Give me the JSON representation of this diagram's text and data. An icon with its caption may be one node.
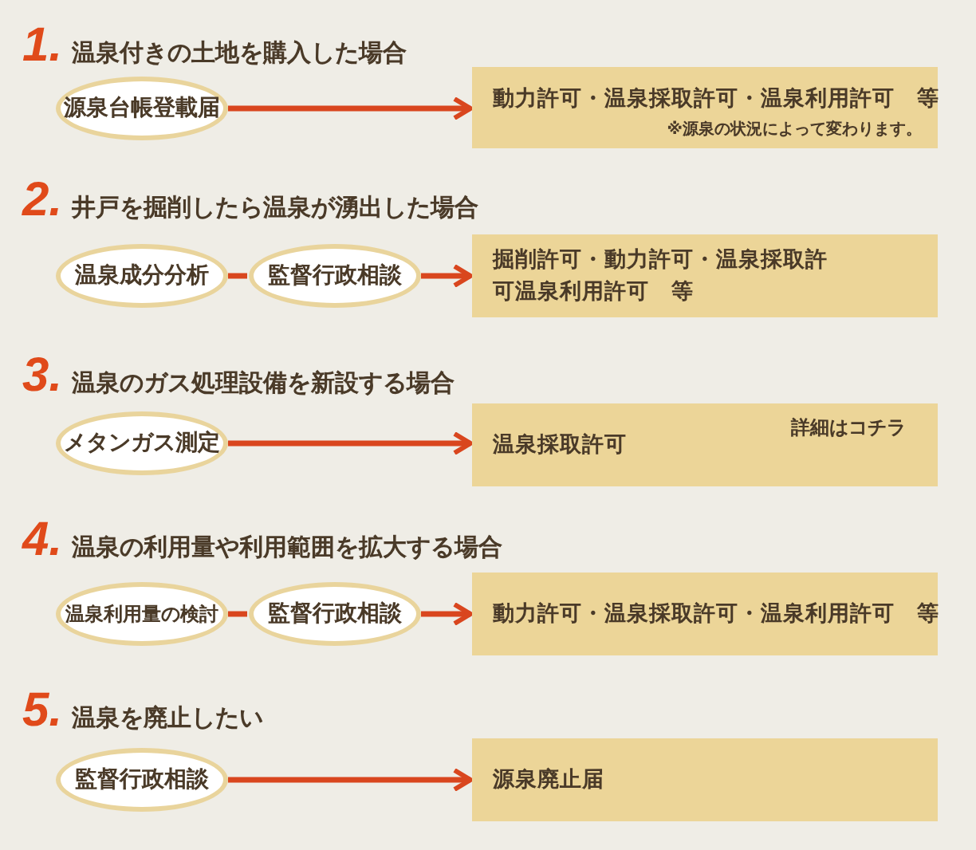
{
  "diagram": {
    "nodes": [
      {
        "text": [
          "源泉台帳登載届"
        ]
      },
      {
        "text": [
          "動力許可・温泉採取許可・温泉利用許可　等",
          "※源泉の状況によって変わります。"
        ]
      },
      {
        "text": [
          "温泉成分分析"
        ]
      },
      {
        "text": [
          "監督行政相談"
        ]
      },
      {
        "text": [
          "掘削許可・動力許可・温泉採取許可温泉利用許可　等"
        ]
      },
      {
        "text": [
          "メタンガス測定"
        ]
      },
      {
        "text": [
          "温泉採取許可",
          "詳細はコチラ"
        ]
      },
      {
        "text": [
          "温泉利用量の検討"
        ]
      },
      {
        "text": [
          "監督行政相談"
        ]
      },
      {
        "text": [
          "動力許可・温泉採取許可・温泉利用許可　等"
        ]
      },
      {
        "text": [
          "監督行政相談"
        ]
      },
      {
        "text": [
          "源泉廃止届"
        ]
      }
    ],
    "edges": [
      {
        "from": 0,
        "to": 1,
        "arrow": "to"
      },
      {
        "from": 2,
        "to": 3,
        "arrow": "none"
      },
      {
        "from": 3,
        "to": 4,
        "arrow": "to"
      },
      {
        "from": 5,
        "to": 6,
        "arrow": "to"
      },
      {
        "from": 7,
        "to": 8,
        "arrow": "none"
      },
      {
        "from": 8,
        "to": 9,
        "arrow": "to"
      },
      {
        "from": 10,
        "to": 11,
        "arrow": "to"
      }
    ],
    "labels": [
      "1.",
      "温泉付きの土地を購入した場合",
      "2.",
      "井戸を掘削したら温泉が湧出した場合",
      "3.",
      "温泉のガス処理設備を新設する場合",
      "4.",
      "温泉の利用量や利用範囲を拡大する場合",
      "5.",
      "温泉を廃止したい"
    ]
  }
}
